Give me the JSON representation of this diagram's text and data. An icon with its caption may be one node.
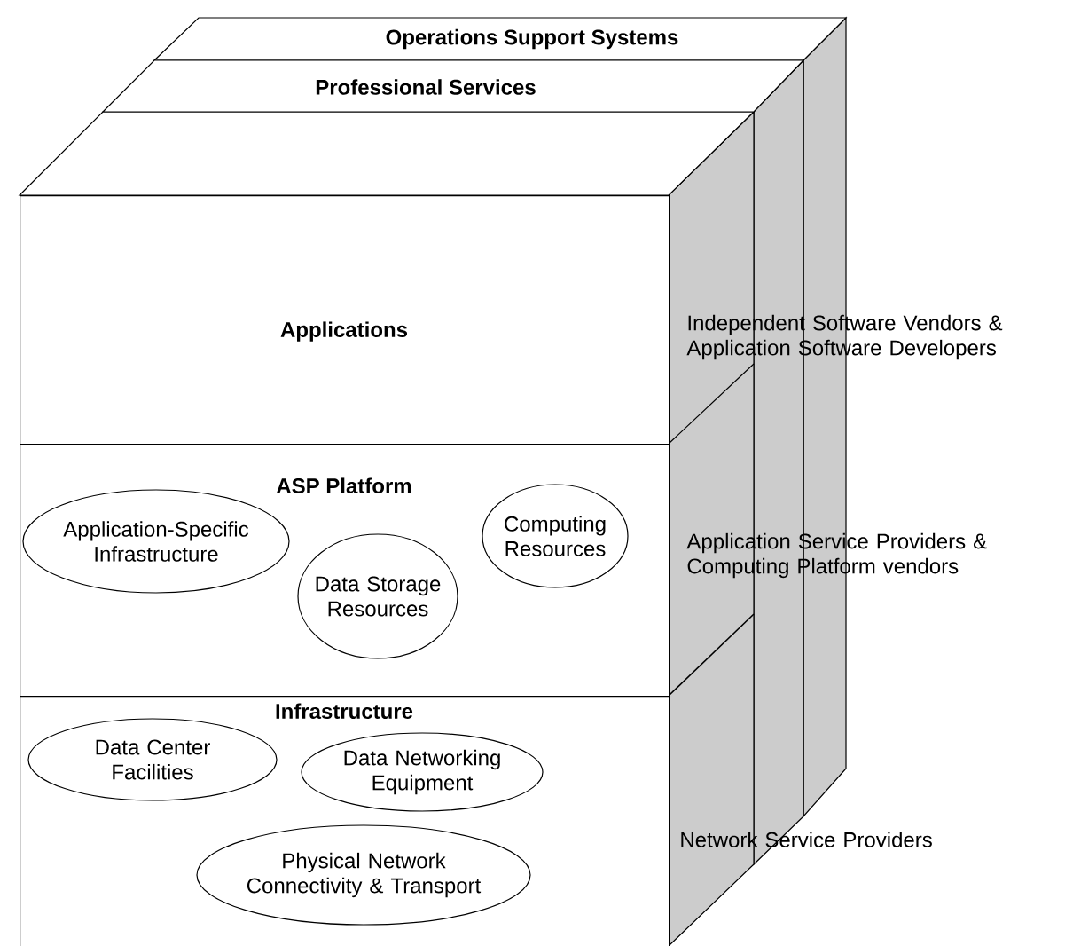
{
  "diagram": {
    "nodes": [
      {
        "text": [
          "Operations Support Systems"
        ]
      },
      {
        "text": [
          "Professional Services"
        ]
      },
      {
        "text": [
          "Applications"
        ],
        "beside": [
          "Independent Software Vendors & Application Software Developers"
        ]
      },
      {
        "text": [
          "ASP Platform"
        ],
        "beside": [
          "Application Service Providers & Computing Platform vendors"
        ]
      },
      {
        "text": [
          "Application-Specific Infrastructure"
        ],
        "in": 3
      },
      {
        "text": [
          "Data Storage Resources"
        ],
        "in": 3
      },
      {
        "text": [
          "Computing Resources"
        ],
        "in": 3
      },
      {
        "text": [
          "Infrastructure"
        ],
        "beside": [
          "Network Service Providers"
        ]
      },
      {
        "text": [
          "Data Center Facilities"
        ],
        "in": 7
      },
      {
        "text": [
          "Data Networking Equipment"
        ],
        "in": 7
      },
      {
        "text": [
          "Physical Network Connectivity & Transport"
        ],
        "in": 7
      }
    ],
    "edges": []
  }
}
